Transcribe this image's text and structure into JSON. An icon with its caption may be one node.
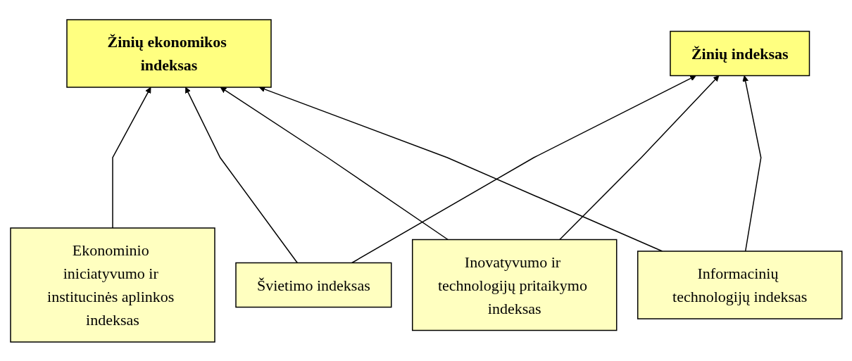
{
  "diagram": {
    "nodes": [
      {
        "text": [
          "Žinių ekonomikos indeksas"
        ]
      },
      {
        "text": [
          "Žinių indeksas"
        ]
      },
      {
        "text": [
          "Ekonominio iniciatyvumo ir institucinės aplinkos indeksas"
        ]
      },
      {
        "text": [
          "Švietimo indeksas"
        ]
      },
      {
        "text": [
          "Informacinių technologijų indeksas"
        ]
      },
      {
        "text": [
          "Inovatyvumo ir technologijų pritaikymo indeksas"
        ]
      }
    ],
    "edges": [
      {
        "from": 2,
        "to": 0,
        "arrow": "to"
      },
      {
        "from": 3,
        "to": 0,
        "arrow": "to"
      },
      {
        "from": 3,
        "to": 1,
        "arrow": "to"
      },
      {
        "from": 5,
        "to": 0,
        "arrow": "to"
      },
      {
        "from": 5,
        "to": 1,
        "arrow": "to"
      },
      {
        "from": 4,
        "to": 0,
        "arrow": "to"
      },
      {
        "from": 4,
        "to": 1,
        "arrow": "to"
      }
    ]
  }
}
